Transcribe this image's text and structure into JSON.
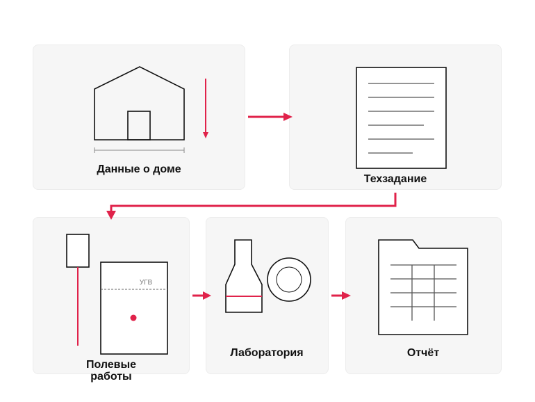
{
  "steps": {
    "house": {
      "label": "Данные о доме"
    },
    "spec": {
      "label": "Техзадание"
    },
    "field": {
      "label_line1": "Полевые",
      "label_line2": "работы",
      "water_level": "УГВ"
    },
    "lab": {
      "label": "Лаборатория"
    },
    "report": {
      "label": "Отчёт"
    }
  },
  "colors": {
    "accent": "#e0224a",
    "card_bg": "#f6f6f6",
    "stroke": "#111111"
  }
}
